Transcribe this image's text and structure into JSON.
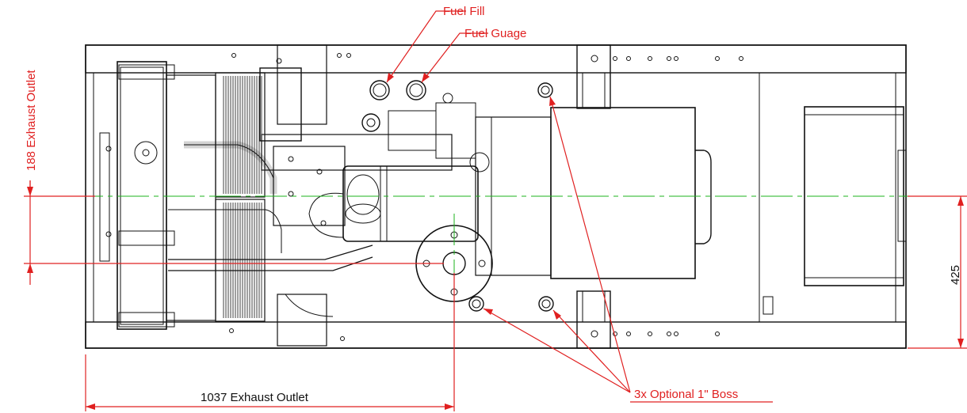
{
  "annotations": {
    "fuel_fill": "Fuel Fill",
    "fuel_gauge": "Fuel Guage",
    "exhaust_outlet_vertical": "188 Exhaust Outlet",
    "exhaust_outlet_horizontal": "1037 Exhaust Outlet",
    "boss_note": "3x Optional 1\" Boss",
    "dimension_right": "425"
  },
  "colors": {
    "dimension": "#e02020",
    "centerline": "#1db31d",
    "linework": "#111111"
  }
}
